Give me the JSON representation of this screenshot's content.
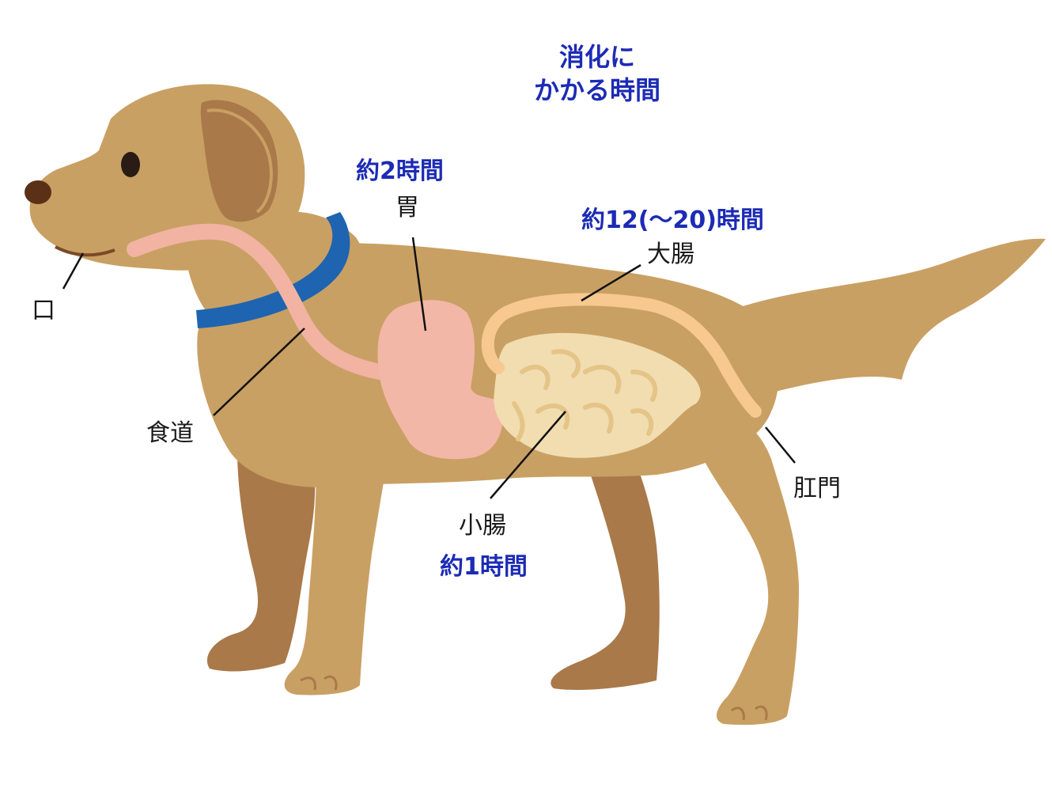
{
  "title": {
    "line1": "消化に",
    "line2": "かかる時間"
  },
  "labels": {
    "mouth": "口",
    "esophagus": "食道",
    "stomach": "胃",
    "small_intestine": "小腸",
    "large_intestine": "大腸",
    "anus": "肛門"
  },
  "times": {
    "stomach": "約2時間",
    "small_intestine": "約1時間",
    "large_intestine": "約12(～20)時間"
  },
  "colors": {
    "body": "#c9a063",
    "body_shade": "#a9794a",
    "collar": "#1e64b0",
    "esophagus": "#f2b3a3",
    "stomach": "#f3b7a8",
    "small_intestine": "#f1ddb0",
    "large_intestine": "#f7c890",
    "time_text": "#1c2bb5"
  }
}
